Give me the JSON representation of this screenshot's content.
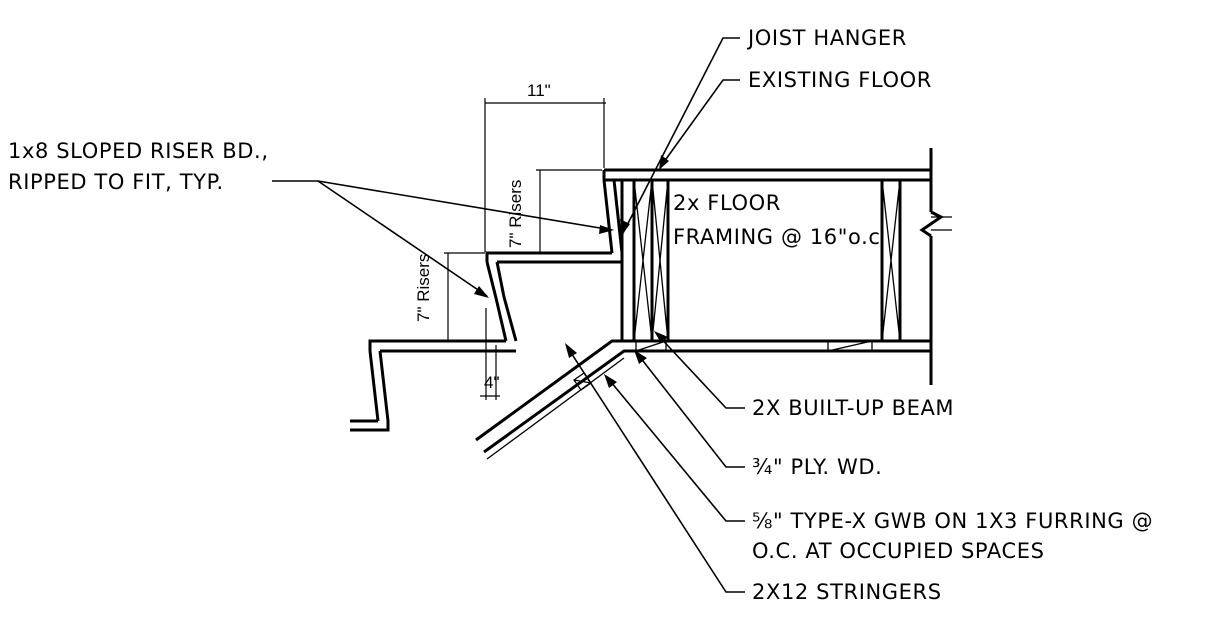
{
  "labels": {
    "joist_hanger": "JOIST HANGER",
    "existing_floor": "EXISTING FLOOR",
    "riser_bd_line1": "1x8 SLOPED RISER BD.,",
    "riser_bd_line2": "RIPPED TO FIT, TYP.",
    "floor_framing_line1": "2x   FLOOR",
    "floor_framing_line2": "FRAMING @ 16\"o.c",
    "built_up_beam": "2X BUILT-UP BEAM",
    "ply_wd": "¾\" PLY. WD.",
    "gwb_line1": "⅝\" TYPE-X GWB ON 1X3 FURRING @",
    "gwb_line2": "O.C. AT OCCUPIED SPACES",
    "stringers": "2X12 STRINGERS"
  },
  "dimensions": {
    "tread": "11\"",
    "riser_upper": "7\" Risers",
    "riser_lower": "7\" Risers",
    "nosing": "4\""
  }
}
